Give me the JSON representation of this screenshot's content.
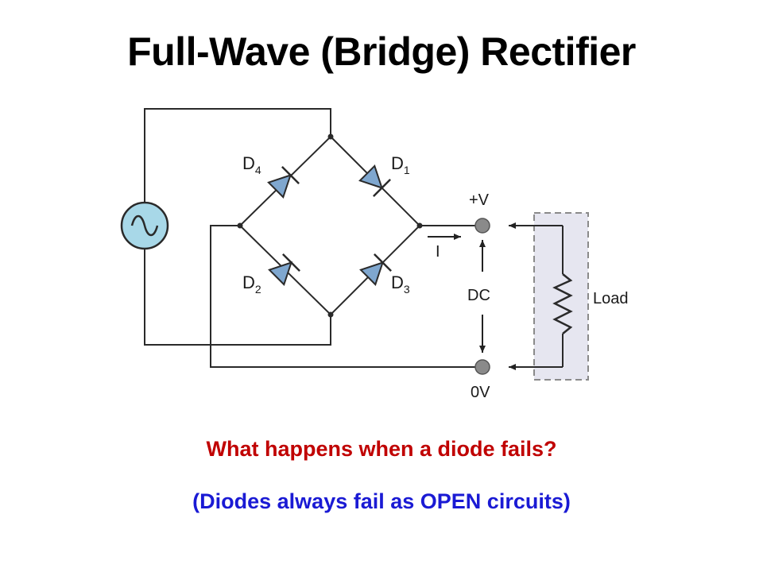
{
  "slide": {
    "title": "Full-Wave (Bridge) Rectifier",
    "question": "What happens when a diode fails?",
    "note": "(Diodes always fail as OPEN circuits)"
  },
  "diagram": {
    "diodes": [
      {
        "id": "D4",
        "letter": "D",
        "sub": "4"
      },
      {
        "id": "D1",
        "letter": "D",
        "sub": "1"
      },
      {
        "id": "D2",
        "letter": "D",
        "sub": "2"
      },
      {
        "id": "D3",
        "letter": "D",
        "sub": "3"
      }
    ],
    "terminals": {
      "positive": "+V",
      "ground": "0V"
    },
    "current_label": "I",
    "output_label": "DC",
    "load_label": "Load"
  },
  "colors": {
    "title": "#000000",
    "question": "#c00000",
    "note": "#1a1ad4",
    "diode_fill": "#7fa7cf",
    "source_fill": "#a8d8e8",
    "load_box": "#e6e6f0",
    "terminal": "#8a8a8a"
  }
}
